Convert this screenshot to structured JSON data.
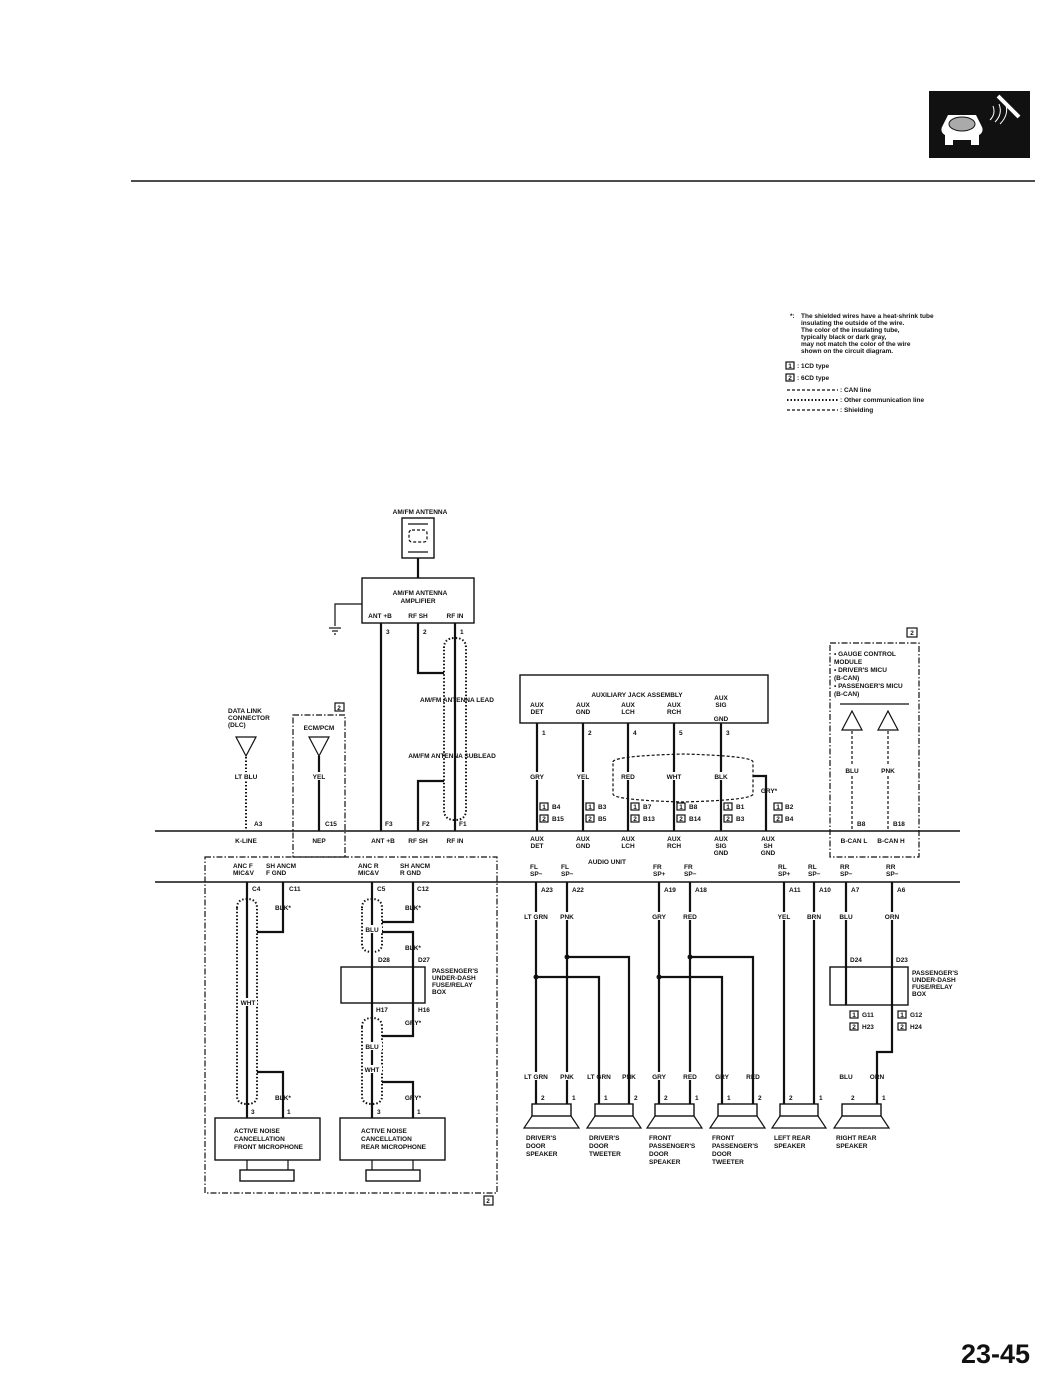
{
  "page_number": "23-45",
  "section_icon": "car-audio-navigation-icon",
  "legend": {
    "note_mark": "*:",
    "note_lines": [
      "The shielded wires have a heat-shrink tube",
      "insulating the outside of the wire.",
      "The color of the insulating tube,",
      "typically black or dark gray,",
      "may not match the color of the wire",
      "shown on the circuit diagram."
    ],
    "type1_num": "1",
    "type1_label": ": 1CD type",
    "type2_num": "2",
    "type2_label": ": 6CD type",
    "can_line": ": CAN line",
    "other_line": ": Other communication line",
    "shield_line": ": Shielding"
  },
  "antenna": {
    "title": "AM/FM ANTENNA",
    "amp_line1": "AM/FM ANTENNA",
    "amp_line2": "AMPLIFIER",
    "pins": [
      "ANT +B",
      "RF SH",
      "RF IN"
    ],
    "pin_nums": [
      "3",
      "2",
      "1"
    ],
    "lead": "AM/FM ANTENNA LEAD",
    "sublead": "AM/FM ANTENNA SUBLEAD",
    "unit_pins": [
      "F3",
      "F2",
      "F1"
    ],
    "unit_labels": [
      "ANT +B",
      "RF SH",
      "RF IN"
    ]
  },
  "dlc": {
    "line1": "DATA LINK",
    "line2": "CONNECTOR",
    "line3": "(DLC)",
    "color": "LT BLU",
    "pin": "A3",
    "unit_label": "K-LINE"
  },
  "ecm": {
    "type": "2",
    "label": "ECM/PCM",
    "color": "YEL",
    "pin": "C15",
    "unit_label": "NEP"
  },
  "aux": {
    "title": "AUXILIARY JACK ASSEMBLY",
    "pins": [
      {
        "l1": "AUX",
        "l2": "DET",
        "l3": "",
        "num": "1",
        "color": "GRY",
        "c1": "B4",
        "c2": "B15"
      },
      {
        "l1": "AUX",
        "l2": "GND",
        "l3": "",
        "num": "2",
        "color": "YEL",
        "c1": "B3",
        "c2": "B5"
      },
      {
        "l1": "AUX",
        "l2": "LCH",
        "l3": "",
        "num": "4",
        "color": "RED",
        "c1": "B7",
        "c2": "B13"
      },
      {
        "l1": "AUX",
        "l2": "RCH",
        "l3": "",
        "num": "5",
        "color": "WHT",
        "c1": "B8",
        "c2": "B14"
      },
      {
        "l1": "AUX",
        "l2": "SIG",
        "l3": "GND",
        "num": "3",
        "color": "BLK",
        "c1": "B1",
        "c2": "B3"
      }
    ],
    "shield": {
      "color": "GRY*",
      "c1": "B2",
      "c2": "B4",
      "u1": "AUX",
      "u2": "SH",
      "u3": "GND"
    }
  },
  "bcan": {
    "type": "2",
    "items": [
      "• GAUGE CONTROL",
      "  MODULE",
      "• DRIVER'S MICU",
      "  (B-CAN)",
      "• PASSENGER'S MICU",
      "  (B-CAN)"
    ],
    "colors": [
      "BLU",
      "PNK"
    ],
    "pins": [
      "B8",
      "B18"
    ],
    "unit_labels": [
      "B-CAN L",
      "B-CAN H"
    ]
  },
  "audio_unit": {
    "label": "AUDIO UNIT"
  },
  "anc": {
    "type": "2",
    "headers": [
      [
        "ANC F",
        "MIC&V"
      ],
      [
        "SH ANCM",
        "F GND"
      ],
      [
        "ANC R",
        "MIC&V"
      ],
      [
        "SH ANCM",
        "R GND"
      ]
    ],
    "front": {
      "p1": "C4",
      "p2": "C11",
      "blk1": "BLK*",
      "wht": "WHT",
      "blk2": "BLK*",
      "n3": "3",
      "n1": "1",
      "l1": "ACTIVE NOISE",
      "l2": "CANCELLATION",
      "l3": "FRONT MICROPHONE"
    },
    "rear": {
      "p1": "C5",
      "p2": "C12",
      "blk1": "BLK*",
      "blu1": "BLU",
      "blk2": "BLK*",
      "d1": "D28",
      "d2": "D27",
      "fuse": [
        "PASSENGER'S",
        "UNDER-DASH",
        "FUSE/RELAY",
        "BOX"
      ],
      "h1": "H17",
      "h2": "H16",
      "gry1": "GRY*",
      "blu2": "BLU",
      "wht": "WHT",
      "gry2": "GRY*",
      "n3": "3",
      "n1": "1",
      "l1": "ACTIVE NOISE",
      "l2": "CANCELLATION",
      "l3": "REAR MICROPHONE"
    }
  },
  "speakers": {
    "unit_pins": [
      [
        "FL",
        "SP−"
      ],
      [
        "FL",
        "SP−"
      ],
      [
        "FR",
        "SP+"
      ],
      [
        "FR",
        "SP−"
      ],
      [
        "RL",
        "SP+"
      ],
      [
        "RL",
        "SP−"
      ],
      [
        "RR",
        "SP−"
      ],
      [
        "RR",
        "SP−"
      ]
    ],
    "terminals": [
      "A23",
      "A22",
      "A19",
      "A18",
      "A11",
      "A10",
      "A7",
      "A6"
    ],
    "colors": [
      "LT GRN",
      "PNK",
      "GRY",
      "RED",
      "YEL",
      "BRN",
      "BLU",
      "ORN"
    ],
    "bottom_colors": [
      "LT GRN",
      "PNK",
      "LT GRN",
      "PNK",
      "GRY",
      "RED",
      "GRY",
      "RED",
      "BLU",
      "ORN"
    ],
    "pin_nums": [
      "2",
      "1",
      "1",
      "2",
      "2",
      "1",
      "1",
      "2",
      "2",
      "1",
      "2",
      "1"
    ],
    "fuse": {
      "d1": "D24",
      "d2": "D23",
      "label": [
        "PASSENGER'S",
        "UNDER-DASH",
        "FUSE/RELAY",
        "BOX"
      ],
      "a1": "G11",
      "a2": "H23",
      "b1": "G12",
      "b2": "H24",
      "t1": "1",
      "t2": "2"
    },
    "names": [
      [
        "DRIVER'S",
        "DOOR",
        "SPEAKER"
      ],
      [
        "DRIVER'S",
        "DOOR",
        "TWEETER"
      ],
      [
        "FRONT",
        "PASSENGER'S",
        "DOOR",
        "SPEAKER"
      ],
      [
        "FRONT",
        "PASSENGER'S",
        "DOOR",
        "TWEETER"
      ],
      [
        "LEFT REAR",
        "SPEAKER"
      ],
      [
        "RIGHT REAR",
        "SPEAKER"
      ]
    ]
  }
}
